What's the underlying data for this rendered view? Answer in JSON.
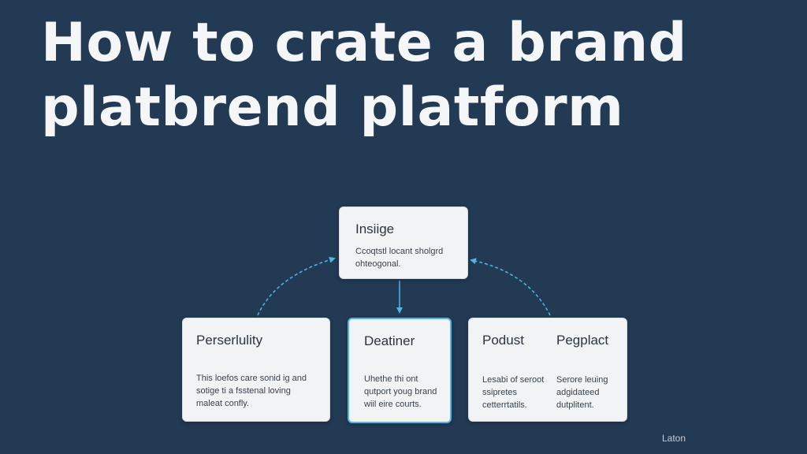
{
  "title": {
    "line1": "How to crate a brand",
    "line2": "platbrend platform"
  },
  "colors": {
    "background": "#233a54",
    "card": "#f1f3f5",
    "connector": "#4fb6e6",
    "title_text": "#f4f6f8"
  },
  "nodes": {
    "insight": {
      "title": "Insiige",
      "body": [
        "Ccoqtstl locant sholgrd",
        "ohteogonal."
      ]
    },
    "personality": {
      "title": "Perserlulity",
      "body": [
        "This loefos care sonid ig and",
        "sotige ti a fsstenal loving",
        "maleat confly."
      ]
    },
    "deatiner": {
      "title": "Deatiner",
      "body": [
        "Uhethe thi ont",
        "qutport youg brand",
        "wiil eire courts."
      ]
    },
    "podust": {
      "title": "Podust",
      "body": [
        "Lesabi of seroot",
        "ssipretes",
        "cetterrtatils."
      ]
    },
    "pegplact": {
      "title": "Pegplact",
      "body": [
        "Serore leuing",
        "adgidateed",
        "dutplitent."
      ]
    }
  },
  "footer": {
    "label": "Laton"
  }
}
